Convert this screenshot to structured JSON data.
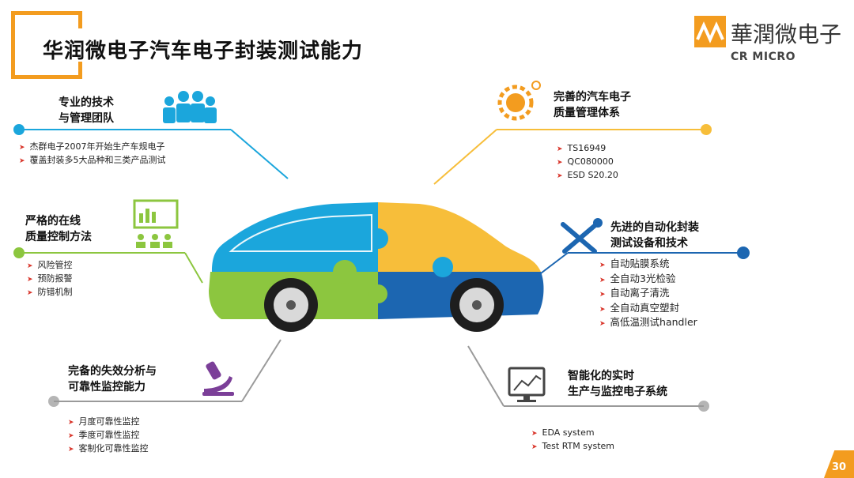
{
  "title": "华润微电子汽车电子封装测试能力",
  "logo": {
    "cn": "華潤微电子",
    "en": "CR MICRO"
  },
  "page_number": "30",
  "colors": {
    "orange": "#f39c1f",
    "cyan": "#1ba6dc",
    "green": "#8cc63f",
    "yellow": "#f7be3a",
    "blue": "#1c66b1",
    "gray": "#9a9a9a",
    "purple": "#7b3f98"
  },
  "sections": {
    "team": {
      "title_lines": [
        "专业的技术",
        "与管理团队"
      ],
      "items": [
        "杰群电子2007年开始生产车规电子",
        "覆盖封装多5大品种和三类产品测试"
      ]
    },
    "quality": {
      "title_lines": [
        "完善的汽车电子",
        "质量管理体系"
      ],
      "items": [
        "TS16949",
        "QC080000",
        "ESD S20.20"
      ]
    },
    "process": {
      "title_lines": [
        "严格的在线",
        "质量控制方法"
      ],
      "items": [
        "风险管控",
        "预防报警",
        "防错机制"
      ]
    },
    "automation": {
      "title_lines": [
        "先进的自动化封装",
        "测试设备和技术"
      ],
      "items": [
        "自动贴膜系统",
        "全自动3光检验",
        "自动离子清洗",
        "全自动真空塑封",
        "高低温测试handler"
      ]
    },
    "failure": {
      "title_lines": [
        "完备的失效分析与",
        "可靠性监控能力"
      ],
      "items": [
        "月度可靠性监控",
        "季度可靠性监控",
        "客制化可靠性监控"
      ]
    },
    "system": {
      "title_lines": [
        "智能化的实时",
        "生产与监控电子系统"
      ],
      "items": [
        "EDA system",
        "Test RTM system"
      ]
    }
  }
}
